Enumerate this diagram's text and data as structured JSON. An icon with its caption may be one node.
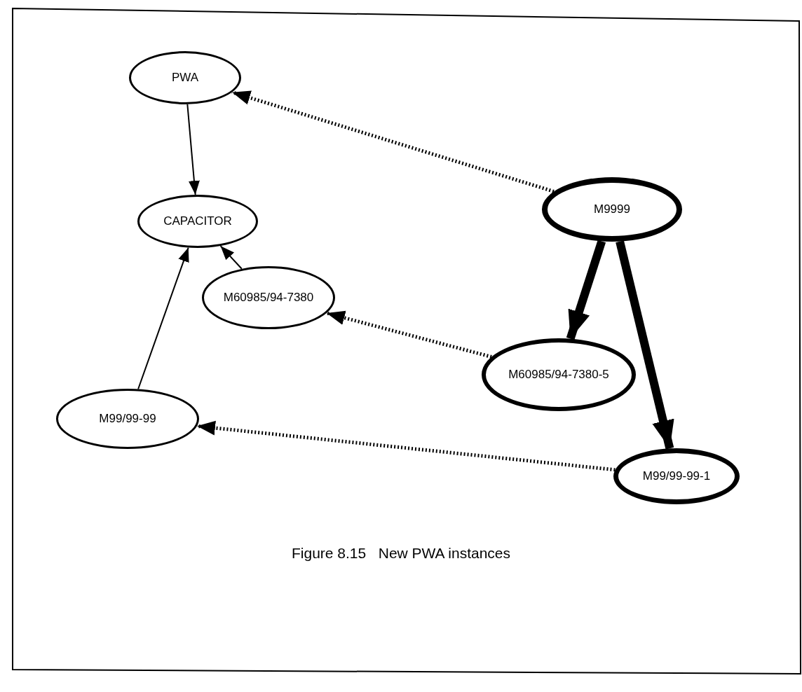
{
  "diagram": {
    "caption": "Figure 8.15   New PWA instances",
    "nodes": [
      {
        "text": [
          "PWA"
        ]
      },
      {
        "text": [
          "CAPACITOR"
        ]
      },
      {
        "text": [
          "M9999"
        ]
      },
      {
        "text": [
          "M60985/94-7380"
        ]
      },
      {
        "text": [
          "M60985/94-7380-5"
        ]
      },
      {
        "text": [
          "M99/99-99"
        ]
      },
      {
        "text": [
          "M99/99-99-1"
        ]
      }
    ],
    "edges": [
      {
        "from": 0,
        "to": 1,
        "arrow": "to"
      },
      {
        "from": 2,
        "to": 0,
        "arrow": "to",
        "style": "dashed"
      },
      {
        "from": 2,
        "to": 4,
        "arrow": "to",
        "style": "thick"
      },
      {
        "from": 2,
        "to": 6,
        "arrow": "to",
        "style": "thick"
      },
      {
        "from": 4,
        "to": 3,
        "arrow": "to",
        "style": "dashed"
      },
      {
        "from": 6,
        "to": 5,
        "arrow": "to",
        "style": "dashed"
      },
      {
        "from": 3,
        "to": 1,
        "arrow": "to"
      },
      {
        "from": 5,
        "to": 1,
        "arrow": "to"
      }
    ]
  }
}
